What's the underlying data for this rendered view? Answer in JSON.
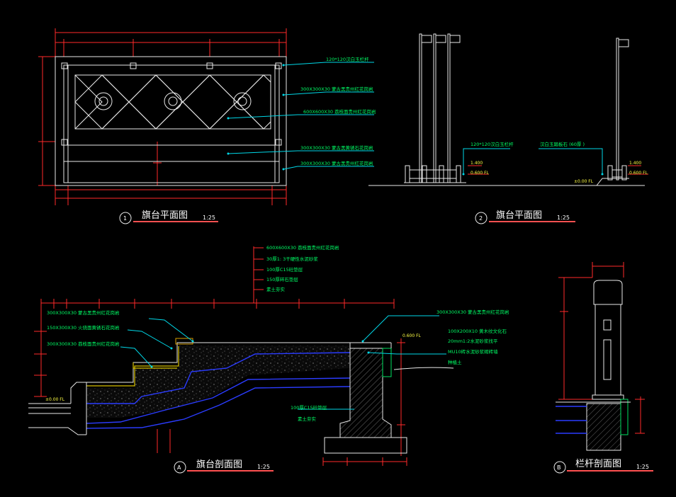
{
  "views": [
    {
      "number": "1",
      "title": "旗台平面图",
      "scale": "1:25"
    },
    {
      "number": "2",
      "title": "旗台平面图",
      "scale": "1:25"
    },
    {
      "number": "A",
      "title": "旗台剖面图",
      "scale": "1:25"
    },
    {
      "number": "B",
      "title": "栏杆剖面图",
      "scale": "1:25"
    }
  ],
  "plan_labels": [
    "120*120汉白玉栏杆",
    "300X300X30 蒙古黑贵州红花岗岩",
    "600X600X30 荔枝面贵州红花岗岩",
    "300X300X30 蒙古黑黄锈石花岗岩",
    "300X300X30 蒙古黑贵州红花岗岩"
  ],
  "elevation_labels": [
    "120*120汉白玉栏杆",
    "汉白玉踏板石 (60厚 )"
  ],
  "elevation_levels": [
    "1.400",
    "0.600 FL",
    "±0.00 FL",
    "1.400",
    "0.600 FL"
  ],
  "section_top_labels": [
    "600X600X30 荔枝面贵州红花岗岩",
    "30厚1: 3干硬性水泥砂浆",
    "100厚C15砼垫层",
    "150厚碎石垫层",
    "素土夯实"
  ],
  "section_left_labels": [
    "300X300X30 蒙古黑贵州红花岗岩",
    "150X300X30 火烧面黄锈石花岗岩",
    "300X300X30 荔枝面贵州红花岗岩"
  ],
  "section_right_labels": [
    "300X300X30 蒙古黑贵州红花岗岩",
    "100X200X10 黄木纹文化石",
    "20mm1:2水泥砂浆找平",
    "MU10砖水泥砂浆砌砖墙",
    "种植土"
  ],
  "section_bottom_labels": [
    "100厚C15砼垫层",
    "素土夯实"
  ],
  "section_levels": [
    "0.600 FL",
    "±0.00 FL"
  ],
  "colors": {
    "dim": "#ff2a2a",
    "leader": "#00d8e8",
    "text": "#00ff66",
    "line": "#e8e8e8"
  }
}
